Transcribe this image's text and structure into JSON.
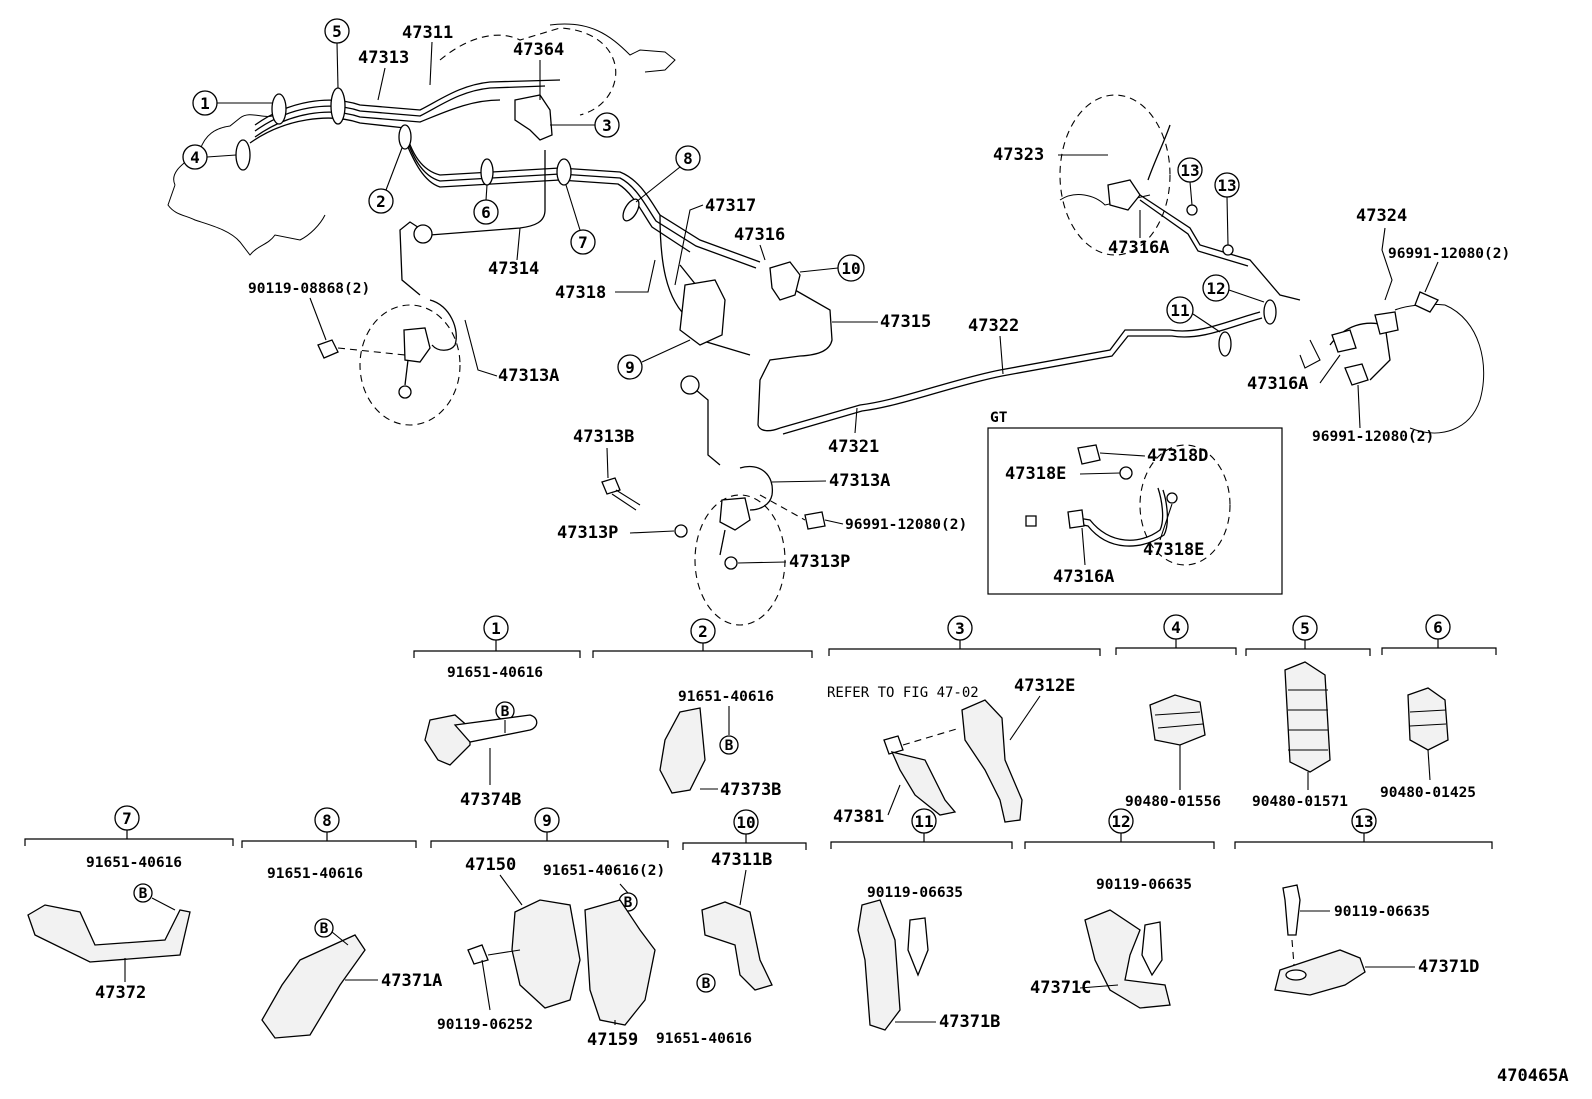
{
  "diagram": {
    "figure_code": "470465A",
    "main_labels": {
      "p47311": "47311",
      "p47313": "47313",
      "p47364": "47364",
      "p47317": "47317",
      "p47316": "47316",
      "p47314": "47314",
      "p47318": "47318",
      "p47315": "47315",
      "p47322": "47322",
      "p47321": "47321",
      "p90119_08868": "90119-08868(2)",
      "p47313A_left": "47313A",
      "p47313B": "47313B",
      "p47313A_center": "47313A",
      "p47313P_left": "47313P",
      "p47313P_center": "47313P",
      "p96991_center": "96991-12080(2)",
      "p47323": "47323",
      "p47316A_upper": "47316A",
      "p47324": "47324",
      "p96991_right_top": "96991-12080(2)",
      "p47316A_right": "47316A",
      "p96991_right_bottom": "96991-12080(2)"
    },
    "gt_box": {
      "title": "GT",
      "p47318D": "47318D",
      "p47318E_a": "47318E",
      "p47318E_b": "47318E",
      "p47316A": "47316A"
    },
    "callout_numbers": [
      "1",
      "2",
      "3",
      "4",
      "5",
      "6",
      "7",
      "8",
      "9",
      "10",
      "11",
      "12",
      "13"
    ],
    "detail_groups": [
      {
        "num": "1",
        "parts": [
          "91651-40616",
          "47374B"
        ]
      },
      {
        "num": "2",
        "parts": [
          "91651-40616",
          "47373B"
        ]
      },
      {
        "num": "3",
        "parts": [
          "REFER TO FIG 47-02",
          "47312E",
          "47381"
        ]
      },
      {
        "num": "4",
        "parts": [
          "90480-01556"
        ]
      },
      {
        "num": "5",
        "parts": [
          "90480-01571"
        ]
      },
      {
        "num": "6",
        "parts": [
          "90480-01425"
        ]
      },
      {
        "num": "7",
        "parts": [
          "91651-40616",
          "47372"
        ]
      },
      {
        "num": "8",
        "parts": [
          "91651-40616",
          "47371A"
        ]
      },
      {
        "num": "9",
        "parts": [
          "47150",
          "91651-40616(2)",
          "90119-06252",
          "47159"
        ]
      },
      {
        "num": "10",
        "parts": [
          "47311B",
          "91651-40616"
        ]
      },
      {
        "num": "11",
        "parts": [
          "90119-06635",
          "47371B"
        ]
      },
      {
        "num": "12",
        "parts": [
          "90119-06635",
          "47371C"
        ]
      },
      {
        "num": "13",
        "parts": [
          "90119-06635",
          "47371D"
        ]
      }
    ],
    "bolt_marker": "B"
  }
}
